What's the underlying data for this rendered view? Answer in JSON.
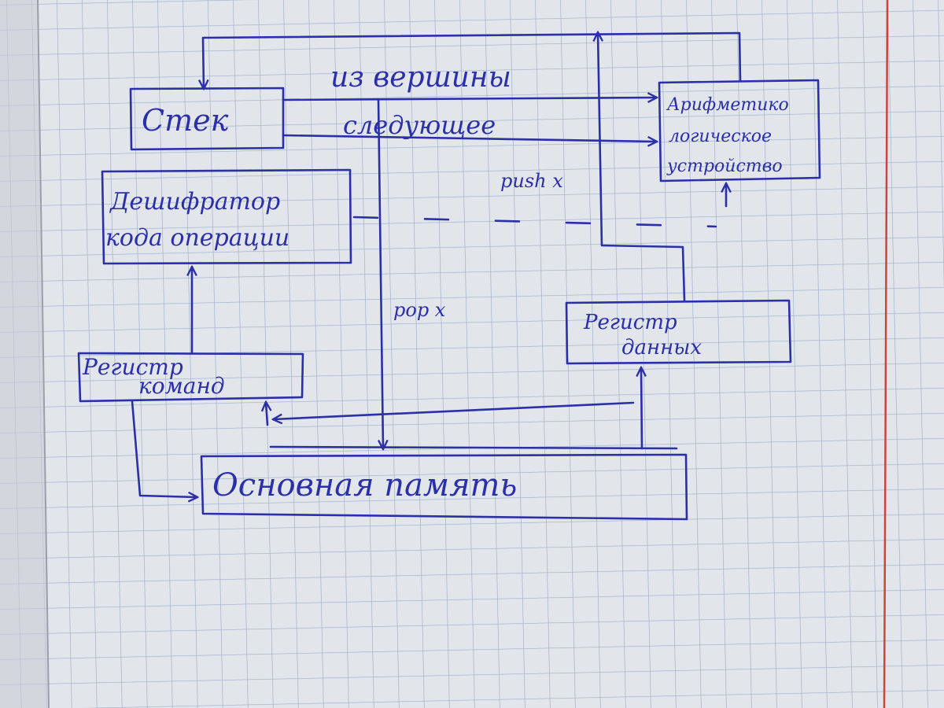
{
  "colors": {
    "ink": "#2b2fa8",
    "paper": "#e2e5ea",
    "grid": "#8ea5c8",
    "margin_line": "#c8463c"
  },
  "blocks": {
    "stack": "Стек",
    "alu_line1": "Арифметико",
    "alu_line2": "логическое",
    "alu_line3": "устройство",
    "decoder_line1": "Дешифратор",
    "decoder_line2": "кода операции",
    "cmd_reg_line1": "Регистр",
    "cmd_reg_line2": "команд",
    "data_reg_line1": "Регистр",
    "data_reg_line2": "данных",
    "main_memory": "Основная память"
  },
  "edge_labels": {
    "from_top": "из вершины",
    "next": "следующее",
    "push": "push x",
    "pop": "pop x"
  }
}
